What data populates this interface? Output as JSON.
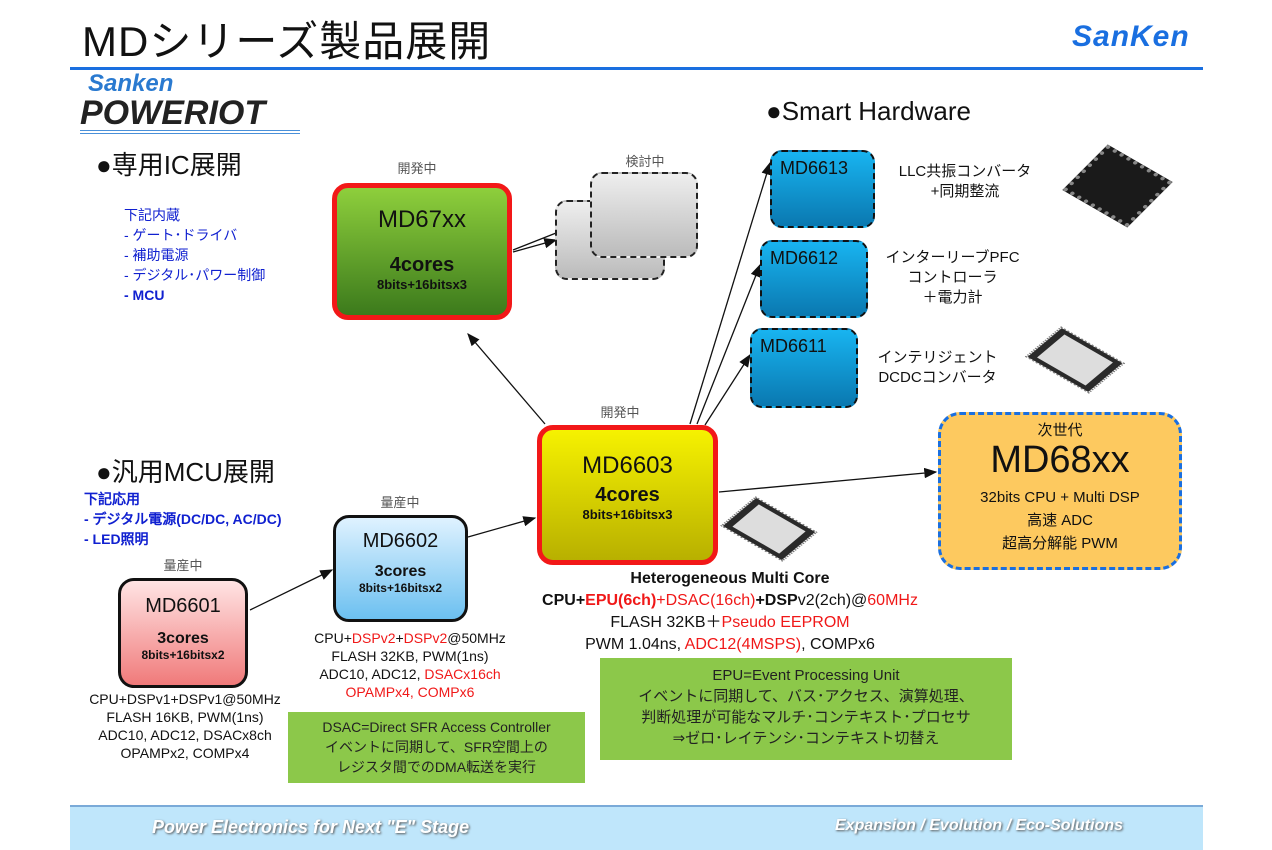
{
  "header": {
    "title": "MDシリーズ製品展開",
    "brand_logo": "SanKen"
  },
  "powerlogo": {
    "top": "Sanken",
    "bottom": "POWERIOT"
  },
  "sections": {
    "dedicated_ic": "●専用IC展開",
    "general_mcu": "●汎用MCU展開",
    "smart_hw": "●Smart Hardware"
  },
  "dedicated_list": [
    "下記内蔵",
    "- ゲート･ドライバ",
    "- 補助電源",
    "- デジタル･パワー制御",
    "- MCU"
  ],
  "general_list": [
    "下記応用",
    "- デジタル電源(DC/DC, AC/DC)",
    "- LED照明"
  ],
  "md67xx": {
    "status": "開発中",
    "name": "MD67xx",
    "cores": "4cores",
    "bits": "8bits+16bitsx3"
  },
  "ghost": {
    "status": "検討中"
  },
  "md6603": {
    "status": "開発中",
    "name": "MD6603",
    "cores": "4cores",
    "bits": "8bits+16bitsx3",
    "heading": "Heterogeneous Multi Core",
    "line1": [
      {
        "t": "CPU+",
        "c": "k",
        "b": true
      },
      {
        "t": "EPU(6ch)",
        "c": "r",
        "b": true
      },
      {
        "t": "+DSAC(16ch)",
        "c": "r",
        "b": false
      },
      {
        "t": "+DSP",
        "c": "k",
        "b": true
      },
      {
        "t": "v2(2ch)@",
        "c": "k",
        "b": false
      },
      {
        "t": "60MHz",
        "c": "r",
        "b": false
      }
    ],
    "line2": [
      {
        "t": "FLASH 32KB＋",
        "c": "k"
      },
      {
        "t": "Pseudo EEPROM",
        "c": "r"
      }
    ],
    "line3": [
      {
        "t": "PWM 1.04ns, ",
        "c": "k"
      },
      {
        "t": "ADC12(4MSPS)",
        "c": "r"
      },
      {
        "t": ",  COMPx6",
        "c": "k"
      }
    ]
  },
  "md6602": {
    "status": "量産中",
    "name": "MD6602",
    "cores": "3cores",
    "bits": "8bits+16bitsx2",
    "line1": [
      {
        "t": "CPU+",
        "c": "k"
      },
      {
        "t": "DSPv2",
        "c": "r"
      },
      {
        "t": "+",
        "c": "k"
      },
      {
        "t": "DSPv2",
        "c": "r"
      },
      {
        "t": "@50MHz",
        "c": "k"
      }
    ],
    "line2": [
      {
        "t": "FLASH  32KB, PWM(1ns)",
        "c": "k"
      }
    ],
    "line3": [
      {
        "t": "ADC10, ADC12, ",
        "c": "k"
      },
      {
        "t": "DSACx16ch",
        "c": "r"
      }
    ],
    "line4": [
      {
        "t": "OPAMPx4, COMPx6",
        "c": "r"
      }
    ]
  },
  "md6601": {
    "status": "量産中",
    "name": "MD6601",
    "cores": "3cores",
    "bits": "8bits+16bitsx2",
    "specs": [
      "CPU+DSPv1+DSPv1@50MHz",
      "FLASH  16KB, PWM(1ns)",
      "ADC10, ADC12, DSACx8ch",
      "OPAMPx2, COMPx4"
    ]
  },
  "smart": [
    {
      "name": "MD6613",
      "desc": [
        "LLC共振コンバータ",
        "+同期整流"
      ]
    },
    {
      "name": "MD6612",
      "desc": [
        "インターリーブPFC",
        "コントローラ",
        "＋電力計"
      ]
    },
    {
      "name": "MD6611",
      "desc": [
        "インテリジェント",
        "DCDCコンバータ"
      ]
    }
  ],
  "md68xx": {
    "tag": "次世代",
    "name": "MD68xx",
    "specs": [
      "32bits CPU + Multi DSP",
      "高速 ADC",
      "超高分解能 PWM"
    ]
  },
  "dsac_note": [
    "DSAC=Direct SFR Access Controller",
    "イベントに同期して、SFR空間上の",
    "レジスタ間でのDMA転送を実行"
  ],
  "epu_note": [
    "EPU=Event Processing Unit",
    "イベントに同期して、バス･アクセス、演算処理、",
    "判断処理が可能なマルチ･コンテキスト･プロセサ",
    "⇒ゼロ･レイテンシ･コンテキスト切替え"
  ],
  "footer": {
    "left": "Power Electronics for Next \"E\" Stage",
    "right": "Expansion / Evolution / Eco-Solutions"
  },
  "colors": {
    "accent": "#1a6fe0",
    "red": "#f21818",
    "note_green": "#8cc84a"
  }
}
